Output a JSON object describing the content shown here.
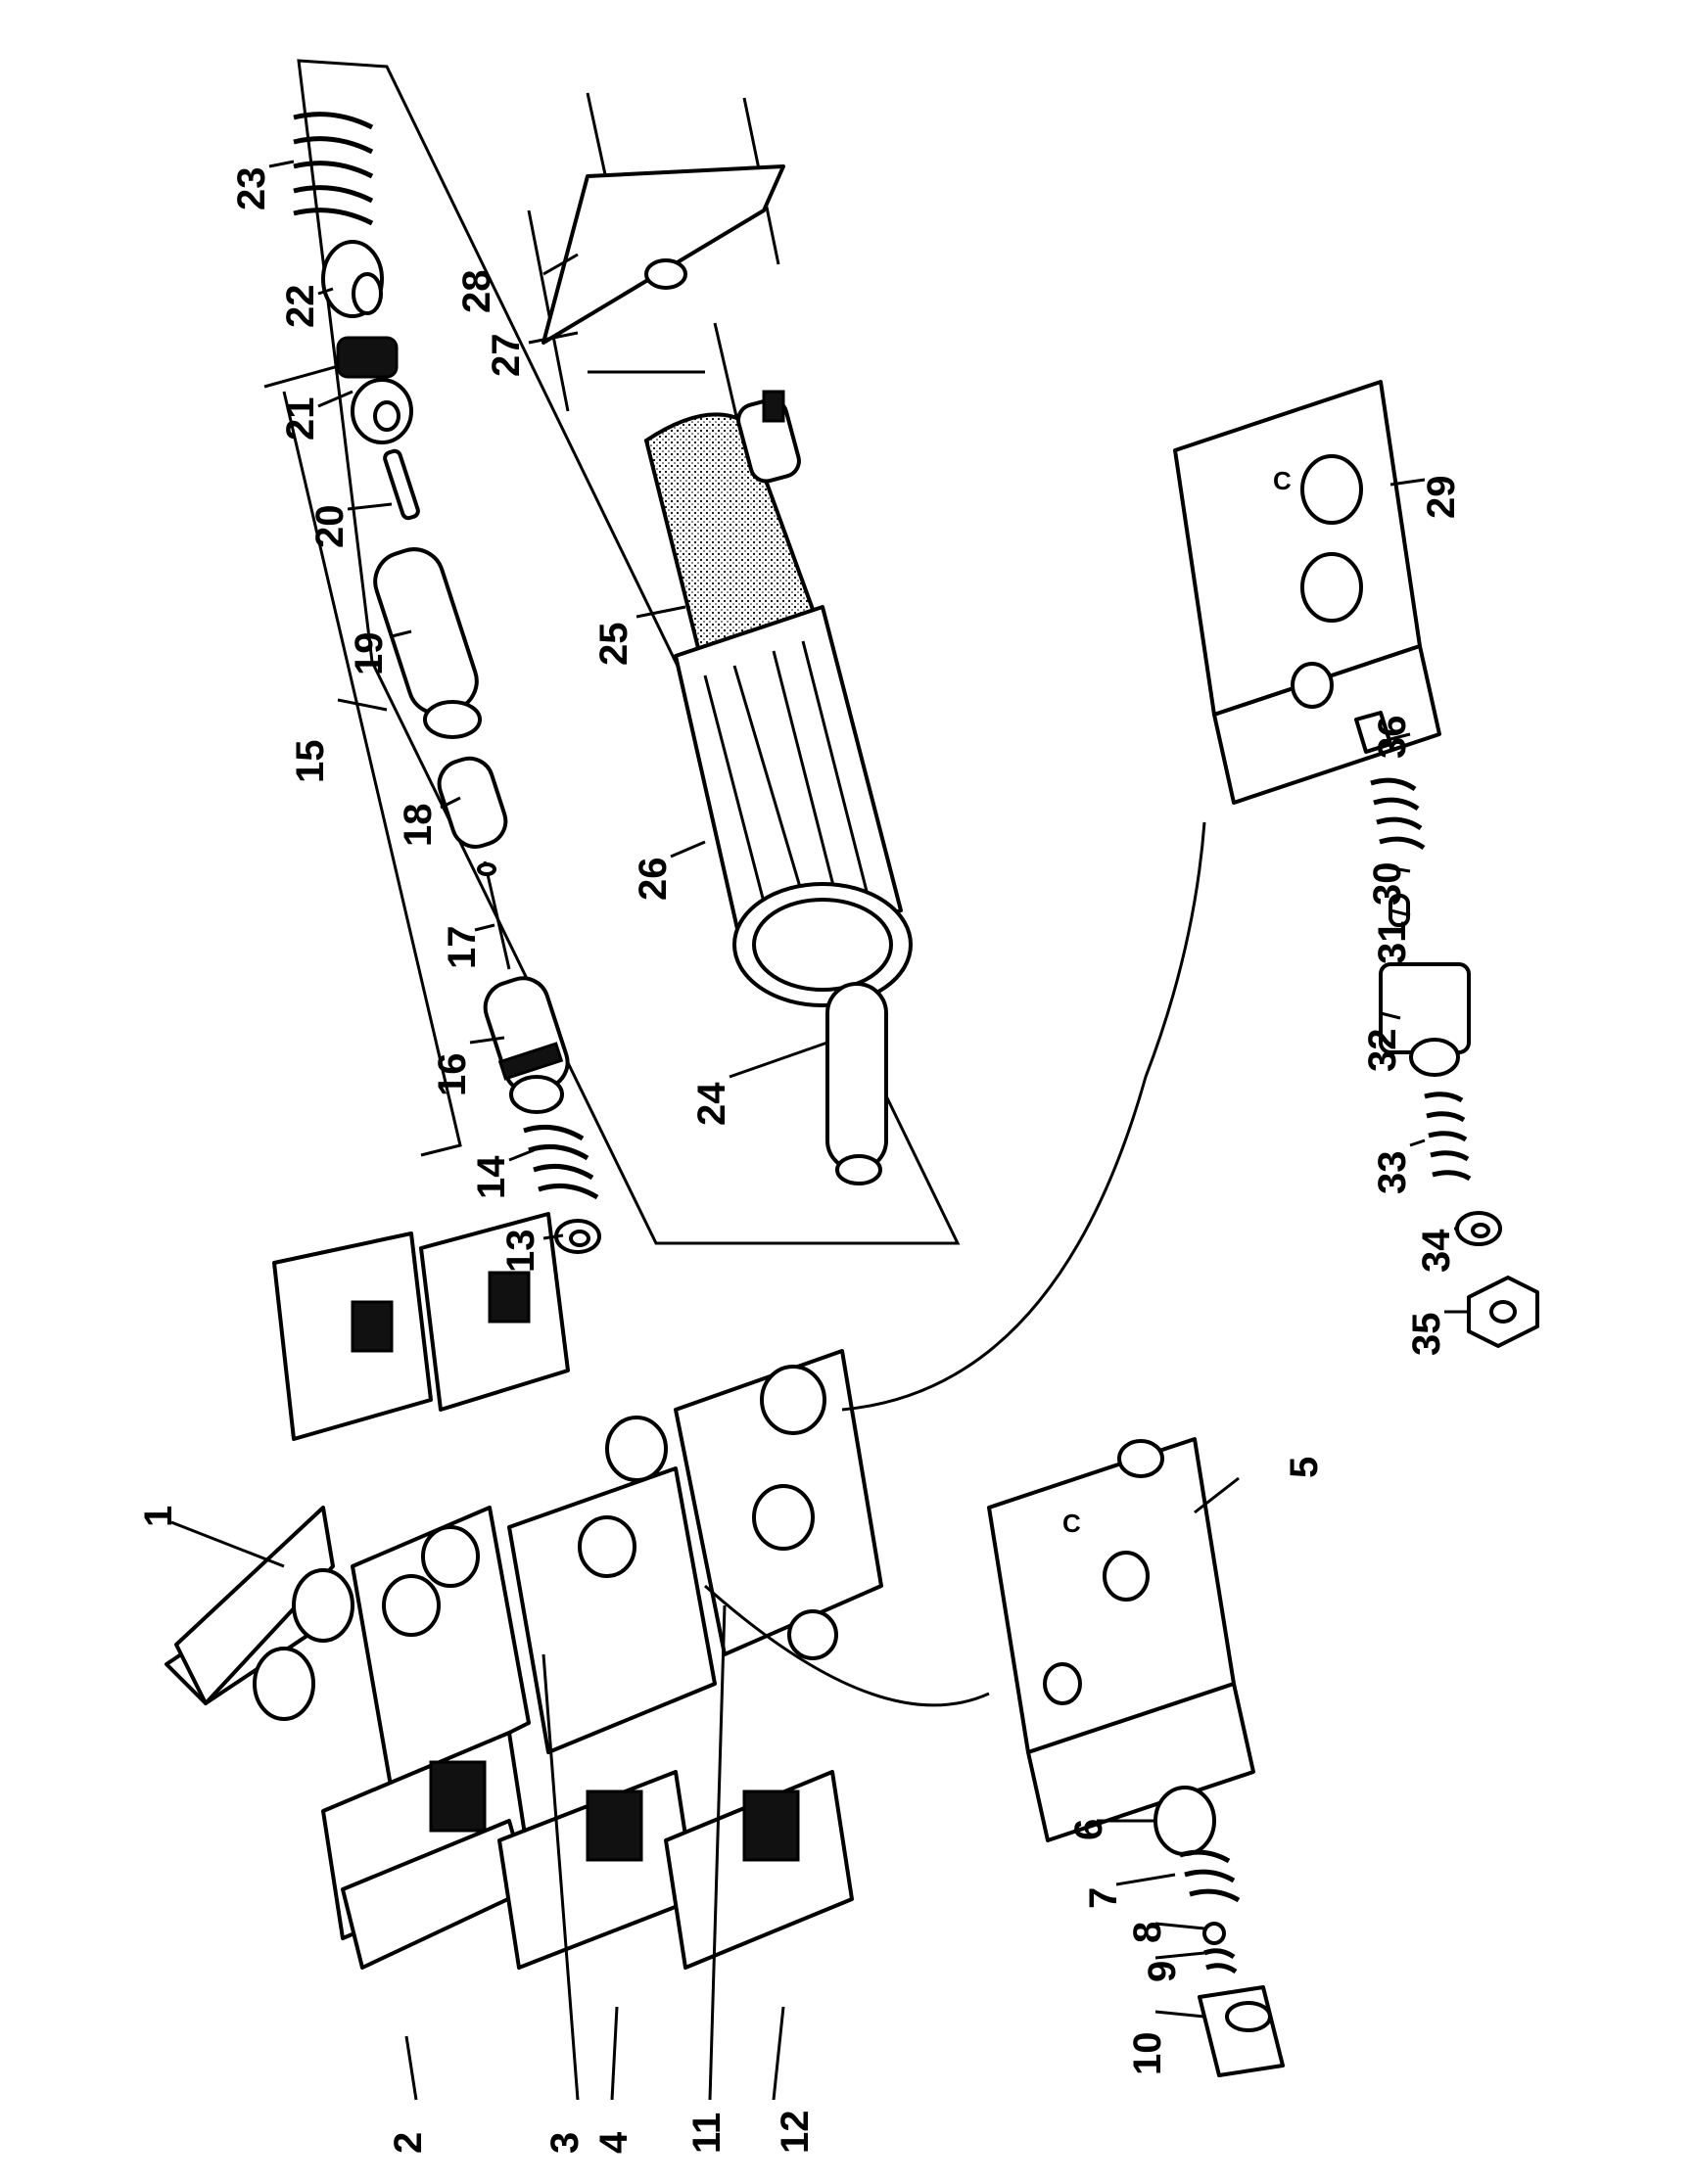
{
  "callouts": [
    {
      "id": "c1",
      "text": "1"
    },
    {
      "id": "c2",
      "text": "2"
    },
    {
      "id": "c3",
      "text": "3"
    },
    {
      "id": "c4",
      "text": "4"
    },
    {
      "id": "c5",
      "text": "5"
    },
    {
      "id": "c6",
      "text": "6"
    },
    {
      "id": "c7",
      "text": "7"
    },
    {
      "id": "c8",
      "text": "8"
    },
    {
      "id": "c9",
      "text": "9"
    },
    {
      "id": "c10",
      "text": "10"
    },
    {
      "id": "c11",
      "text": "11"
    },
    {
      "id": "c12",
      "text": "12"
    },
    {
      "id": "c13",
      "text": "13"
    },
    {
      "id": "c14",
      "text": "14"
    },
    {
      "id": "c15",
      "text": "15"
    },
    {
      "id": "c16",
      "text": "16"
    },
    {
      "id": "c17",
      "text": "17"
    },
    {
      "id": "c18",
      "text": "18"
    },
    {
      "id": "c19",
      "text": "19"
    },
    {
      "id": "c20",
      "text": "20"
    },
    {
      "id": "c21",
      "text": "21"
    },
    {
      "id": "c22",
      "text": "22"
    },
    {
      "id": "c23",
      "text": "23"
    },
    {
      "id": "c24",
      "text": "24"
    },
    {
      "id": "c25",
      "text": "25"
    },
    {
      "id": "c26",
      "text": "26"
    },
    {
      "id": "c27",
      "text": "27"
    },
    {
      "id": "c28",
      "text": "28"
    },
    {
      "id": "c29",
      "text": "29"
    },
    {
      "id": "c30",
      "text": "30"
    },
    {
      "id": "c31",
      "text": "31"
    },
    {
      "id": "c32",
      "text": "32"
    },
    {
      "id": "c33",
      "text": "33"
    },
    {
      "id": "c34",
      "text": "34"
    },
    {
      "id": "c35",
      "text": "35"
    },
    {
      "id": "c36",
      "text": "36"
    }
  ],
  "port_marks": {
    "c": "C"
  }
}
